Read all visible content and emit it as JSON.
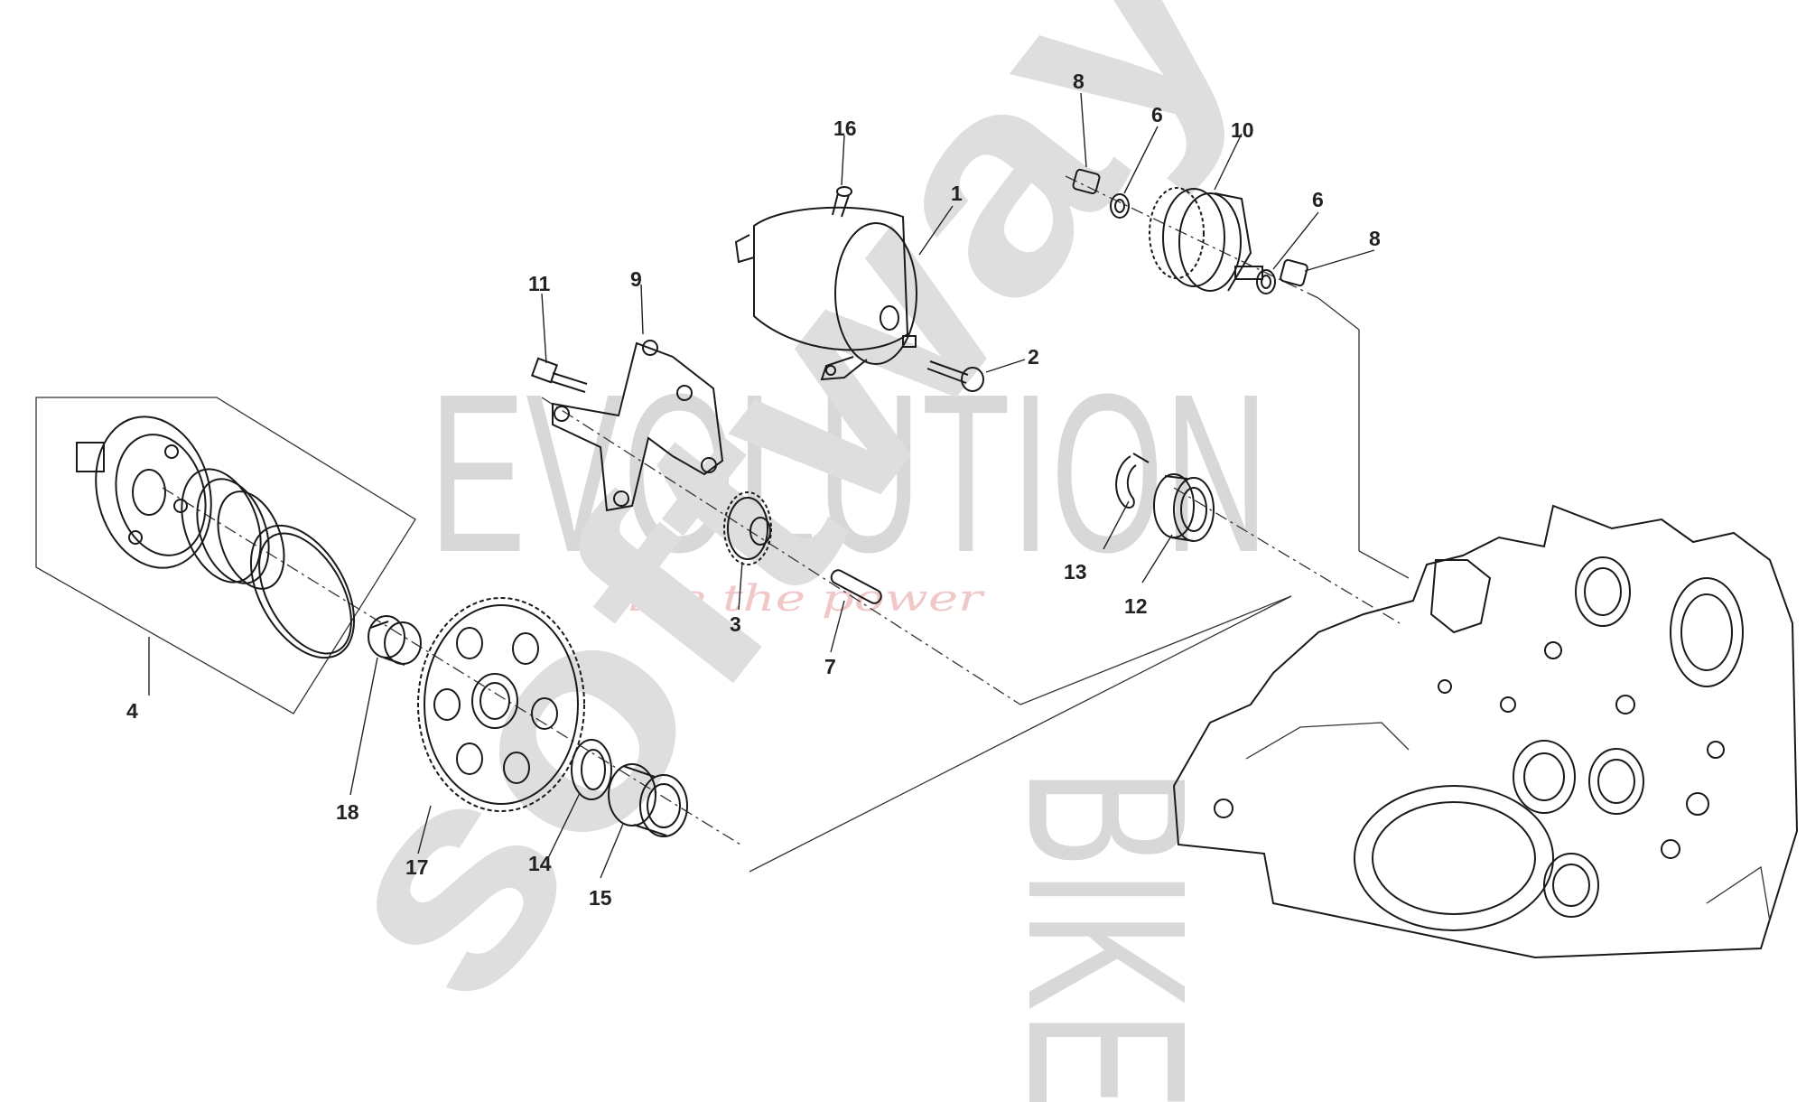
{
  "watermark": {
    "brand_top": "EVOLUTION",
    "brand_bottom": "BIKE",
    "tagline": "ride the power",
    "overlay": "softway"
  },
  "callouts": [
    {
      "id": "c1",
      "label": "1"
    },
    {
      "id": "c2",
      "label": "2"
    },
    {
      "id": "c3",
      "label": "3"
    },
    {
      "id": "c4",
      "label": "4"
    },
    {
      "id": "c6a",
      "label": "6"
    },
    {
      "id": "c6b",
      "label": "6"
    },
    {
      "id": "c7",
      "label": "7"
    },
    {
      "id": "c8a",
      "label": "8"
    },
    {
      "id": "c8b",
      "label": "8"
    },
    {
      "id": "c9",
      "label": "9"
    },
    {
      "id": "c10",
      "label": "10"
    },
    {
      "id": "c11",
      "label": "11"
    },
    {
      "id": "c12",
      "label": "12"
    },
    {
      "id": "c13",
      "label": "13"
    },
    {
      "id": "c14",
      "label": "14"
    },
    {
      "id": "c15",
      "label": "15"
    },
    {
      "id": "c16",
      "label": "16"
    },
    {
      "id": "c17",
      "label": "17"
    },
    {
      "id": "c18",
      "label": "18"
    }
  ]
}
